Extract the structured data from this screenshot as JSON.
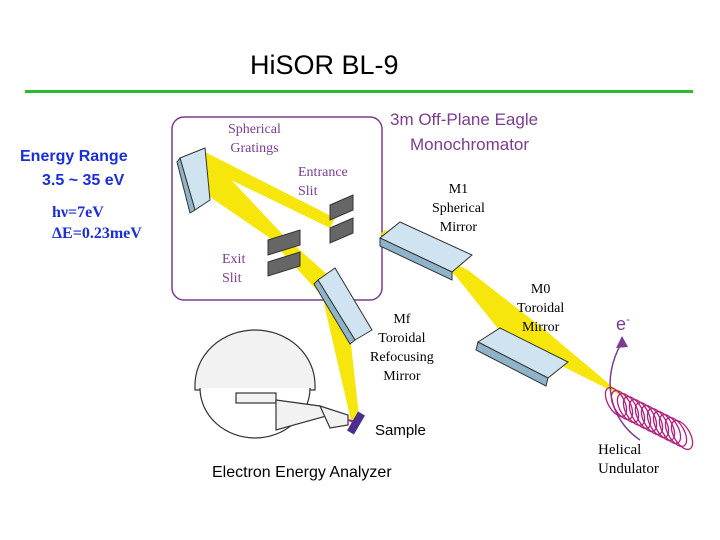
{
  "title": "HiSOR BL-9",
  "energy": {
    "range_label": "Energy Range",
    "range_value": "3.5  ~ 35 eV",
    "hv": "hν=7eV",
    "delta_e": "ΔE=0.23meV"
  },
  "monochromator": {
    "title_line1": "3m Off-Plane Eagle",
    "title_line2": "Monochromator"
  },
  "labels": {
    "spherical_gratings": "Spherical\nGratings",
    "entrance_slit": "Entrance\nSlit",
    "exit_slit": "Exit\nSlit",
    "m1": "M1\nSpherical\nMirror",
    "m0": "M0\nToroidal\nMirror",
    "mf": "Mf\nToroidal\nRefocusing\nMirror",
    "electron": "e",
    "electron_sup": "-",
    "helical": "Helical\nUndulator",
    "sample": "Sample",
    "analyzer": "Electron Energy Analyzer"
  },
  "colors": {
    "rule_green": "#2db82d",
    "beam_yellow": "#f7e500",
    "mono_purple": "#7a3d8f",
    "mirror_blue": "#cfe4f0",
    "blue_text": "#1a2fd6",
    "undulator_magenta": "#b0217f"
  }
}
